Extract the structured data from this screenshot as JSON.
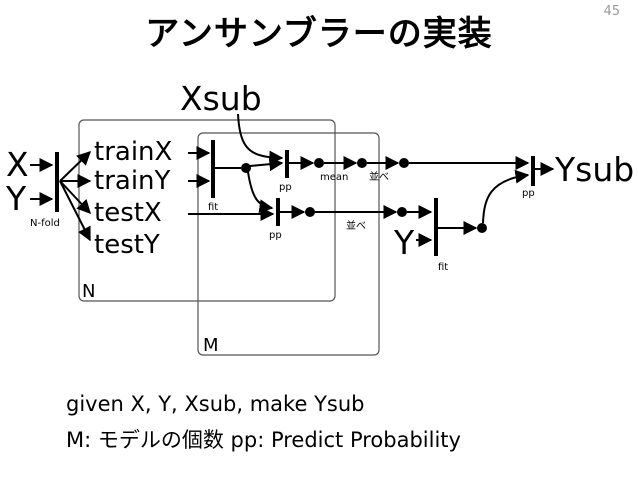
{
  "slide": {
    "title": "アンサンブラーの実装",
    "page_number": "45"
  },
  "diagram": {
    "inputs": [
      "X",
      "Y"
    ],
    "nfold_label": "N-fold",
    "split_outputs": [
      "trainX",
      "trainY",
      "testX",
      "testY"
    ],
    "xsub_label": "Xsub",
    "fit_label": "fit",
    "pp_label": "pp",
    "mean_label": "mean",
    "concat_label": "並べ",
    "y_label": "Y",
    "ysub_label": "Ysub",
    "box_n_label": "N",
    "box_m_label": "M"
  },
  "caption": {
    "line1": "given X, Y, Xsub, make Ysub",
    "line2": "M: モデルの個数 pp: Predict Probability"
  }
}
